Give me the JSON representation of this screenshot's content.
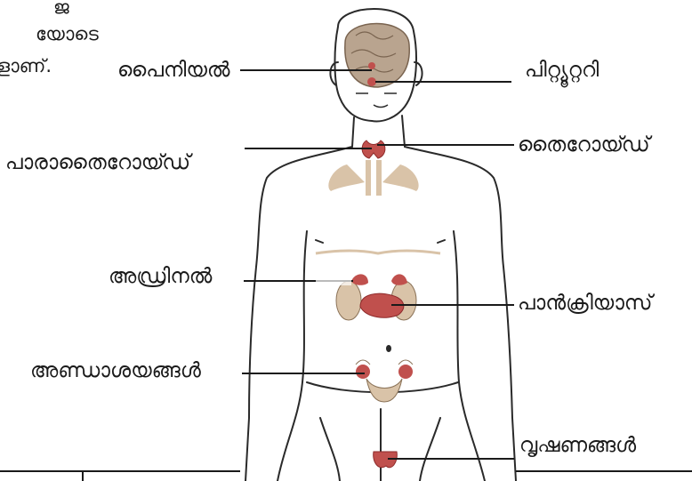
{
  "intro_fragments": [
    "ജ",
    "യോടെ",
    "ളാണ്."
  ],
  "labels": {
    "pineal": "പൈനിയൽ",
    "pituitary": "പിറ്റ്യൂറ്ററി",
    "parathyroid": "പാരാതൈറോയ്ഡ്",
    "thyroid": "തൈറോയ്ഡ്",
    "adrenal": "അഡ്രിനൽ",
    "pancreas": "പാൻക്രിയാസ്",
    "ovaries": "അണ്ഡാശയങ്ങൾ",
    "testes": "വൃഷണങ്ങൾ"
  },
  "colors": {
    "outline": "#2a2a2a",
    "gland": "#c0504d",
    "gland_dark": "#8e2b2b",
    "brain": "#b9a48f",
    "organ_tan": "#d9c3a8",
    "text": "#1a1a1a"
  }
}
